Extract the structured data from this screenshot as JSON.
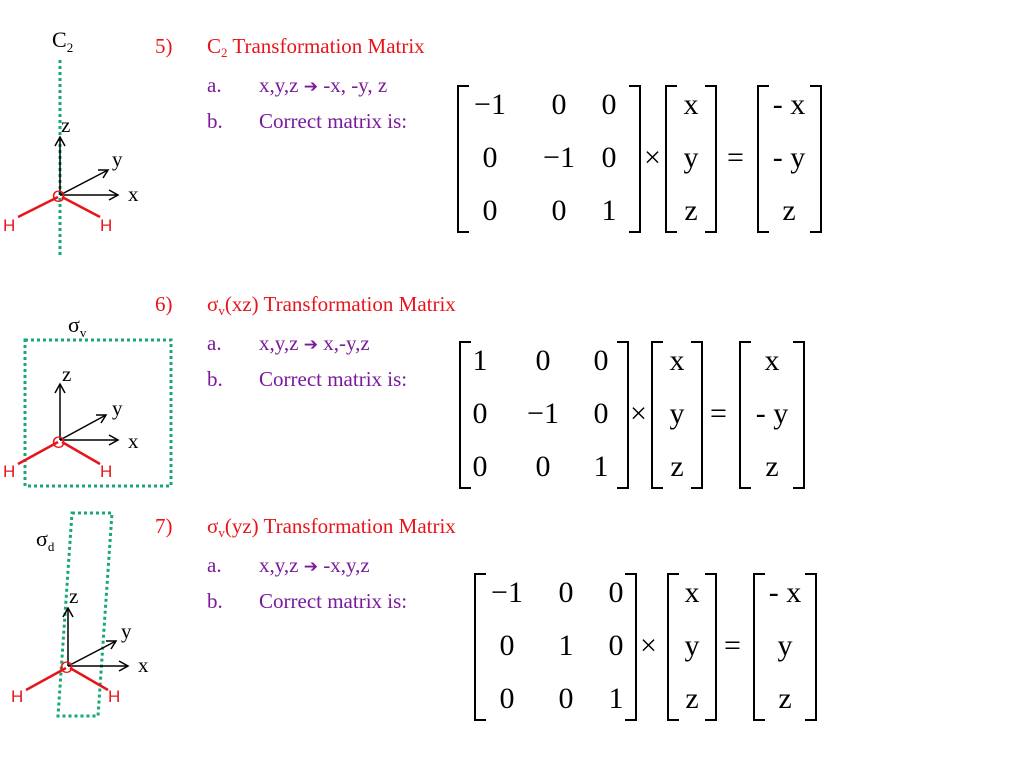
{
  "sections": [
    {
      "number": "5)",
      "symbol": "C",
      "symbol_sub": "2",
      "title": " Transformation Matrix",
      "line_a_letter": "a.",
      "line_a_from": "x,y,z",
      "line_a_arrow": "➔",
      "line_a_to": "-x, -y, z",
      "line_b_letter": "b.",
      "line_b_text": "Correct matrix is:",
      "matrix": [
        [
          "−1",
          "0",
          "0"
        ],
        [
          "0",
          "−1",
          "0"
        ],
        [
          "0",
          "0",
          "1"
        ]
      ],
      "vector": [
        "x",
        "y",
        "z"
      ],
      "result": [
        "- x",
        "- y",
        "z"
      ],
      "times": "×",
      "equals": "=",
      "diagram_label": "C",
      "diagram_label_sub": "2"
    },
    {
      "number": "6)",
      "symbol": "σ",
      "symbol_sub": "v",
      "title": "(xz) Transformation Matrix",
      "line_a_letter": "a.",
      "line_a_from": "x,y,z",
      "line_a_arrow": "➔",
      "line_a_to": "x,-y,z",
      "line_b_letter": "b.",
      "line_b_text": "Correct matrix is:",
      "matrix": [
        [
          "1",
          "0",
          "0"
        ],
        [
          "0",
          "−1",
          "0"
        ],
        [
          "0",
          "0",
          "1"
        ]
      ],
      "vector": [
        "x",
        "y",
        "z"
      ],
      "result": [
        "x",
        "- y",
        "z"
      ],
      "times": "×",
      "equals": "=",
      "diagram_label": "σ",
      "diagram_label_sub": "v"
    },
    {
      "number": "7)",
      "symbol": "σ",
      "symbol_sub": "v",
      "title": "(yz) Transformation Matrix",
      "line_a_letter": "a.",
      "line_a_from": "x,y,z",
      "line_a_arrow": "➔",
      "line_a_to": "-x,y,z",
      "line_b_letter": "b.",
      "line_b_text": "Correct matrix is:",
      "matrix": [
        [
          "−1",
          "0",
          "0"
        ],
        [
          "0",
          "1",
          "0"
        ],
        [
          "0",
          "0",
          "1"
        ]
      ],
      "vector": [
        "x",
        "y",
        "z"
      ],
      "result": [
        "- x",
        "y",
        "z"
      ],
      "times": "×",
      "equals": "=",
      "diagram_label": "σ",
      "diagram_label_sub": "d"
    }
  ],
  "molecule": {
    "axis_z": "z",
    "axis_y": "y",
    "axis_x": "x",
    "center_atom": "O",
    "left_atom": "H",
    "right_atom": "H"
  },
  "colors": {
    "heading": "#e8141b",
    "subline": "#7a1a9a",
    "symmetry_element": "#1aa872",
    "bond": "#e8141b"
  }
}
